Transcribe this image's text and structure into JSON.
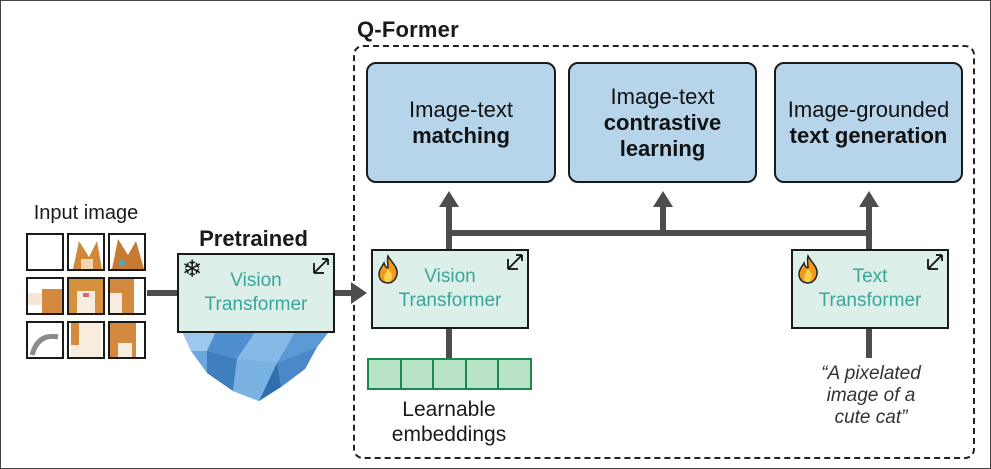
{
  "title": "Q-Former",
  "tasks": {
    "itm": {
      "line1": "Image-text",
      "line2": "matching"
    },
    "itc": {
      "line1": "Image-text",
      "line2": "contrastive",
      "line3": "learning"
    },
    "itg": {
      "line1": "Image-grounded",
      "line2": "text generation"
    }
  },
  "input": {
    "label": "Input image"
  },
  "pretrained": {
    "label": "Pretrained",
    "line1": "Vision",
    "line2": "Transformer"
  },
  "q_vision": {
    "line1": "Vision",
    "line2": "Transformer"
  },
  "q_text": {
    "line1": "Text",
    "line2": "Transformer"
  },
  "embeddings": {
    "line1": "Learnable",
    "line2": "embeddings",
    "count": 5
  },
  "caption": {
    "line1": "“A pixelated",
    "line2": "image of a",
    "line3": "cute cat”"
  },
  "icons": {
    "frozen": "snowflake-icon",
    "trainable": "flame-icon",
    "expand": "expand-arrows-icon"
  },
  "colors": {
    "task_fill": "#b6d5ea",
    "encoder_fill": "#dcefe9",
    "encoder_text": "#3aa69a",
    "embedding_fill": "#b9e3c6",
    "embedding_border": "#1a8a4c",
    "connector": "#4d4d4d",
    "iceberg": "#6aa7dd"
  }
}
